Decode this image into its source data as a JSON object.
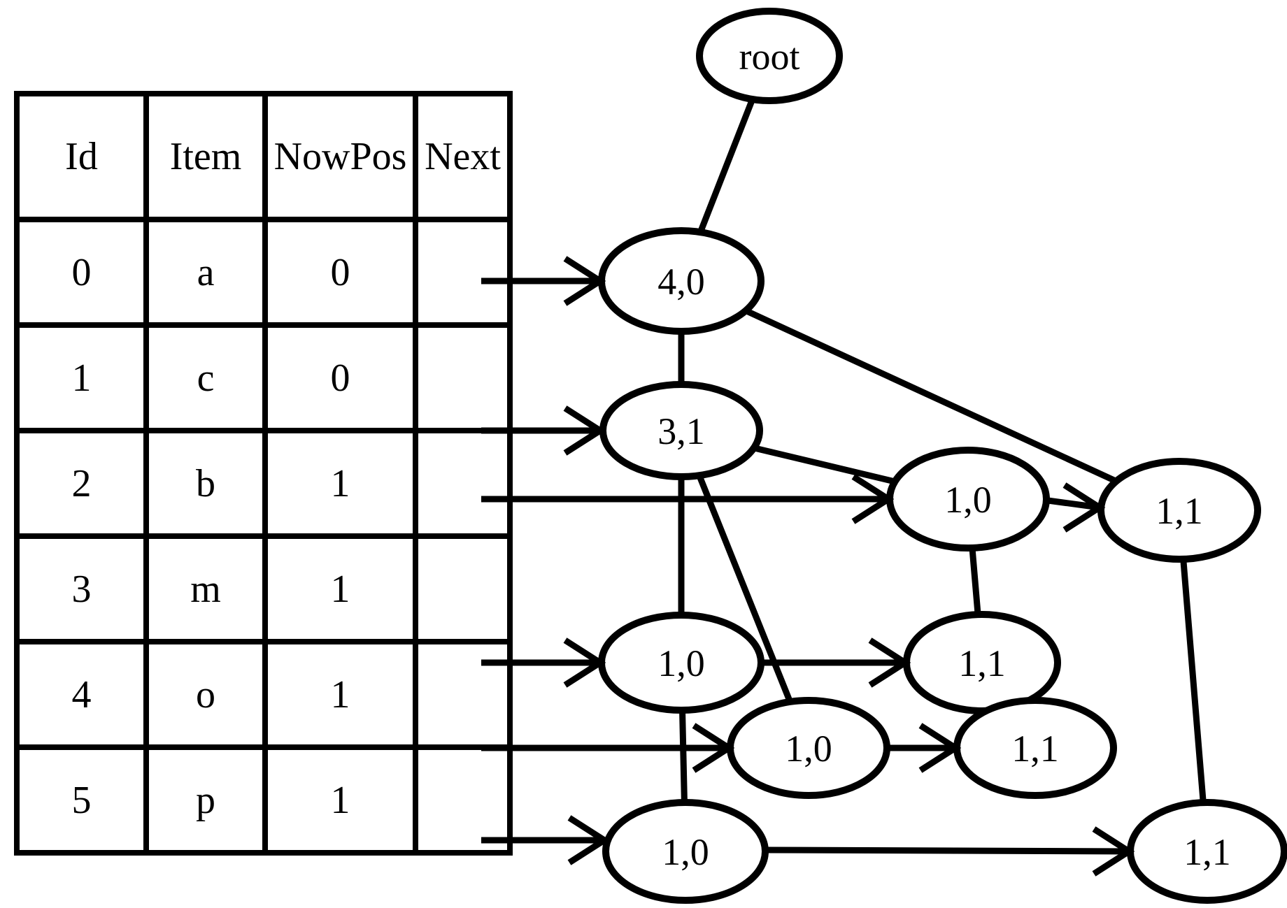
{
  "figure": {
    "background": "#ffffff",
    "ink": "#000000"
  },
  "table": {
    "headers": {
      "id": "Id",
      "item": "Item",
      "nowpos": "NowPos",
      "next": "Next"
    },
    "rows": [
      {
        "id": "0",
        "item": "a",
        "nowpos": "0",
        "next": ""
      },
      {
        "id": "1",
        "item": "c",
        "nowpos": "0",
        "next": ""
      },
      {
        "id": "2",
        "item": "b",
        "nowpos": "1",
        "next": ""
      },
      {
        "id": "3",
        "item": "m",
        "nowpos": "1",
        "next": ""
      },
      {
        "id": "4",
        "item": "o",
        "nowpos": "1",
        "next": ""
      },
      {
        "id": "5",
        "item": "p",
        "nowpos": "1",
        "next": ""
      }
    ]
  },
  "tree": {
    "root": "root",
    "n40": "4,0",
    "n31": "3,1",
    "n10_a": "1,0",
    "n11_b": "1,1",
    "n10_c": "1,0",
    "n11_d": "1,1",
    "n10_e": "1,0",
    "n11_f": "1,1",
    "n10_g": "1,0",
    "n11_h": "1,1"
  }
}
